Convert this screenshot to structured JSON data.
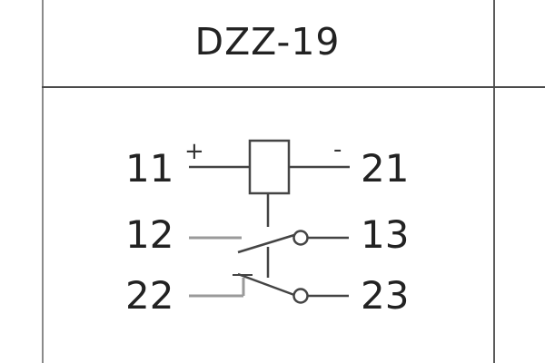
{
  "header": {
    "title": "DZZ-19"
  },
  "terminals": {
    "t11": "11",
    "t12": "12",
    "t22": "22",
    "t21": "21",
    "t13": "13",
    "t23": "23"
  },
  "polarity": {
    "plus": "+",
    "minus": "-"
  },
  "colors": {
    "line": "#444444",
    "faint_line": "#9a9a9a",
    "text": "#222222"
  }
}
